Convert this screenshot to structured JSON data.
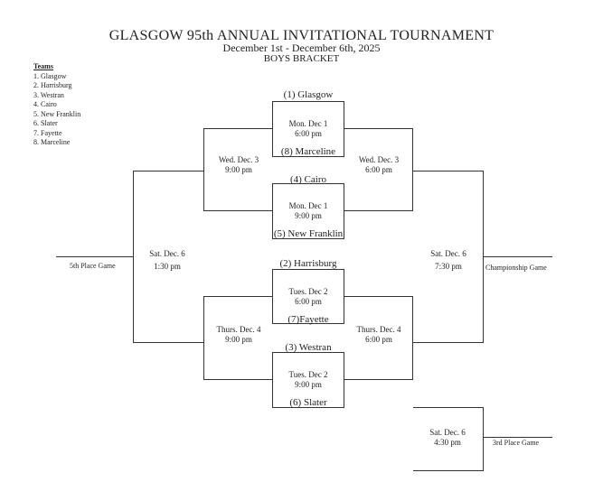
{
  "header": {
    "title": "GLASGOW 95th ANNUAL INVITATIONAL TOURNAMENT",
    "dates": "December 1st - December 6th, 2025",
    "bracket": "BOYS BRACKET"
  },
  "teams": {
    "heading": "Teams",
    "list": [
      "1. Glasgow",
      "2. Harrisburg",
      "3. Westran",
      "4. Cairo",
      "5. New Franklin",
      "6. Slater",
      "7. Fayette",
      "8. Marceline"
    ]
  },
  "games": {
    "g1": {
      "top": "(1) Glasgow",
      "bottom": "(8) Marceline",
      "day": "Mon. Dec 1",
      "time": "6:00 pm"
    },
    "g2": {
      "top": "(4) Cairo",
      "bottom": "(5) New Franklin",
      "day": "Mon. Dec 1",
      "time": "9:00 pm"
    },
    "g3": {
      "top": "(2) Harrisburg",
      "bottom": "(7)Fayette",
      "day": "Tues. Dec 2",
      "time": "6:00 pm"
    },
    "g4": {
      "top": "(3) Westran",
      "bottom": "(6) Slater",
      "day": "Tues. Dec 2",
      "time": "9:00 pm"
    }
  },
  "semis": {
    "cons_top": {
      "day": "Wed. Dec. 3",
      "time": "9:00 pm"
    },
    "win_top": {
      "day": "Wed. Dec. 3",
      "time": "6:00 pm"
    },
    "cons_bottom": {
      "day": "Thurs. Dec. 4",
      "time": "9:00 pm"
    },
    "win_bottom": {
      "day": "Thurs. Dec. 4",
      "time": "6:00 pm"
    }
  },
  "finals": {
    "fifth": {
      "day": "Sat. Dec. 6",
      "time": "1:30 pm",
      "label": "5th Place Game"
    },
    "championship": {
      "day": "Sat. Dec. 6",
      "time": "7:30 pm",
      "label": "Championship Game"
    },
    "third": {
      "day": "Sat. Dec. 6",
      "time": "4:30 pm",
      "label": "3rd Place Game"
    }
  }
}
